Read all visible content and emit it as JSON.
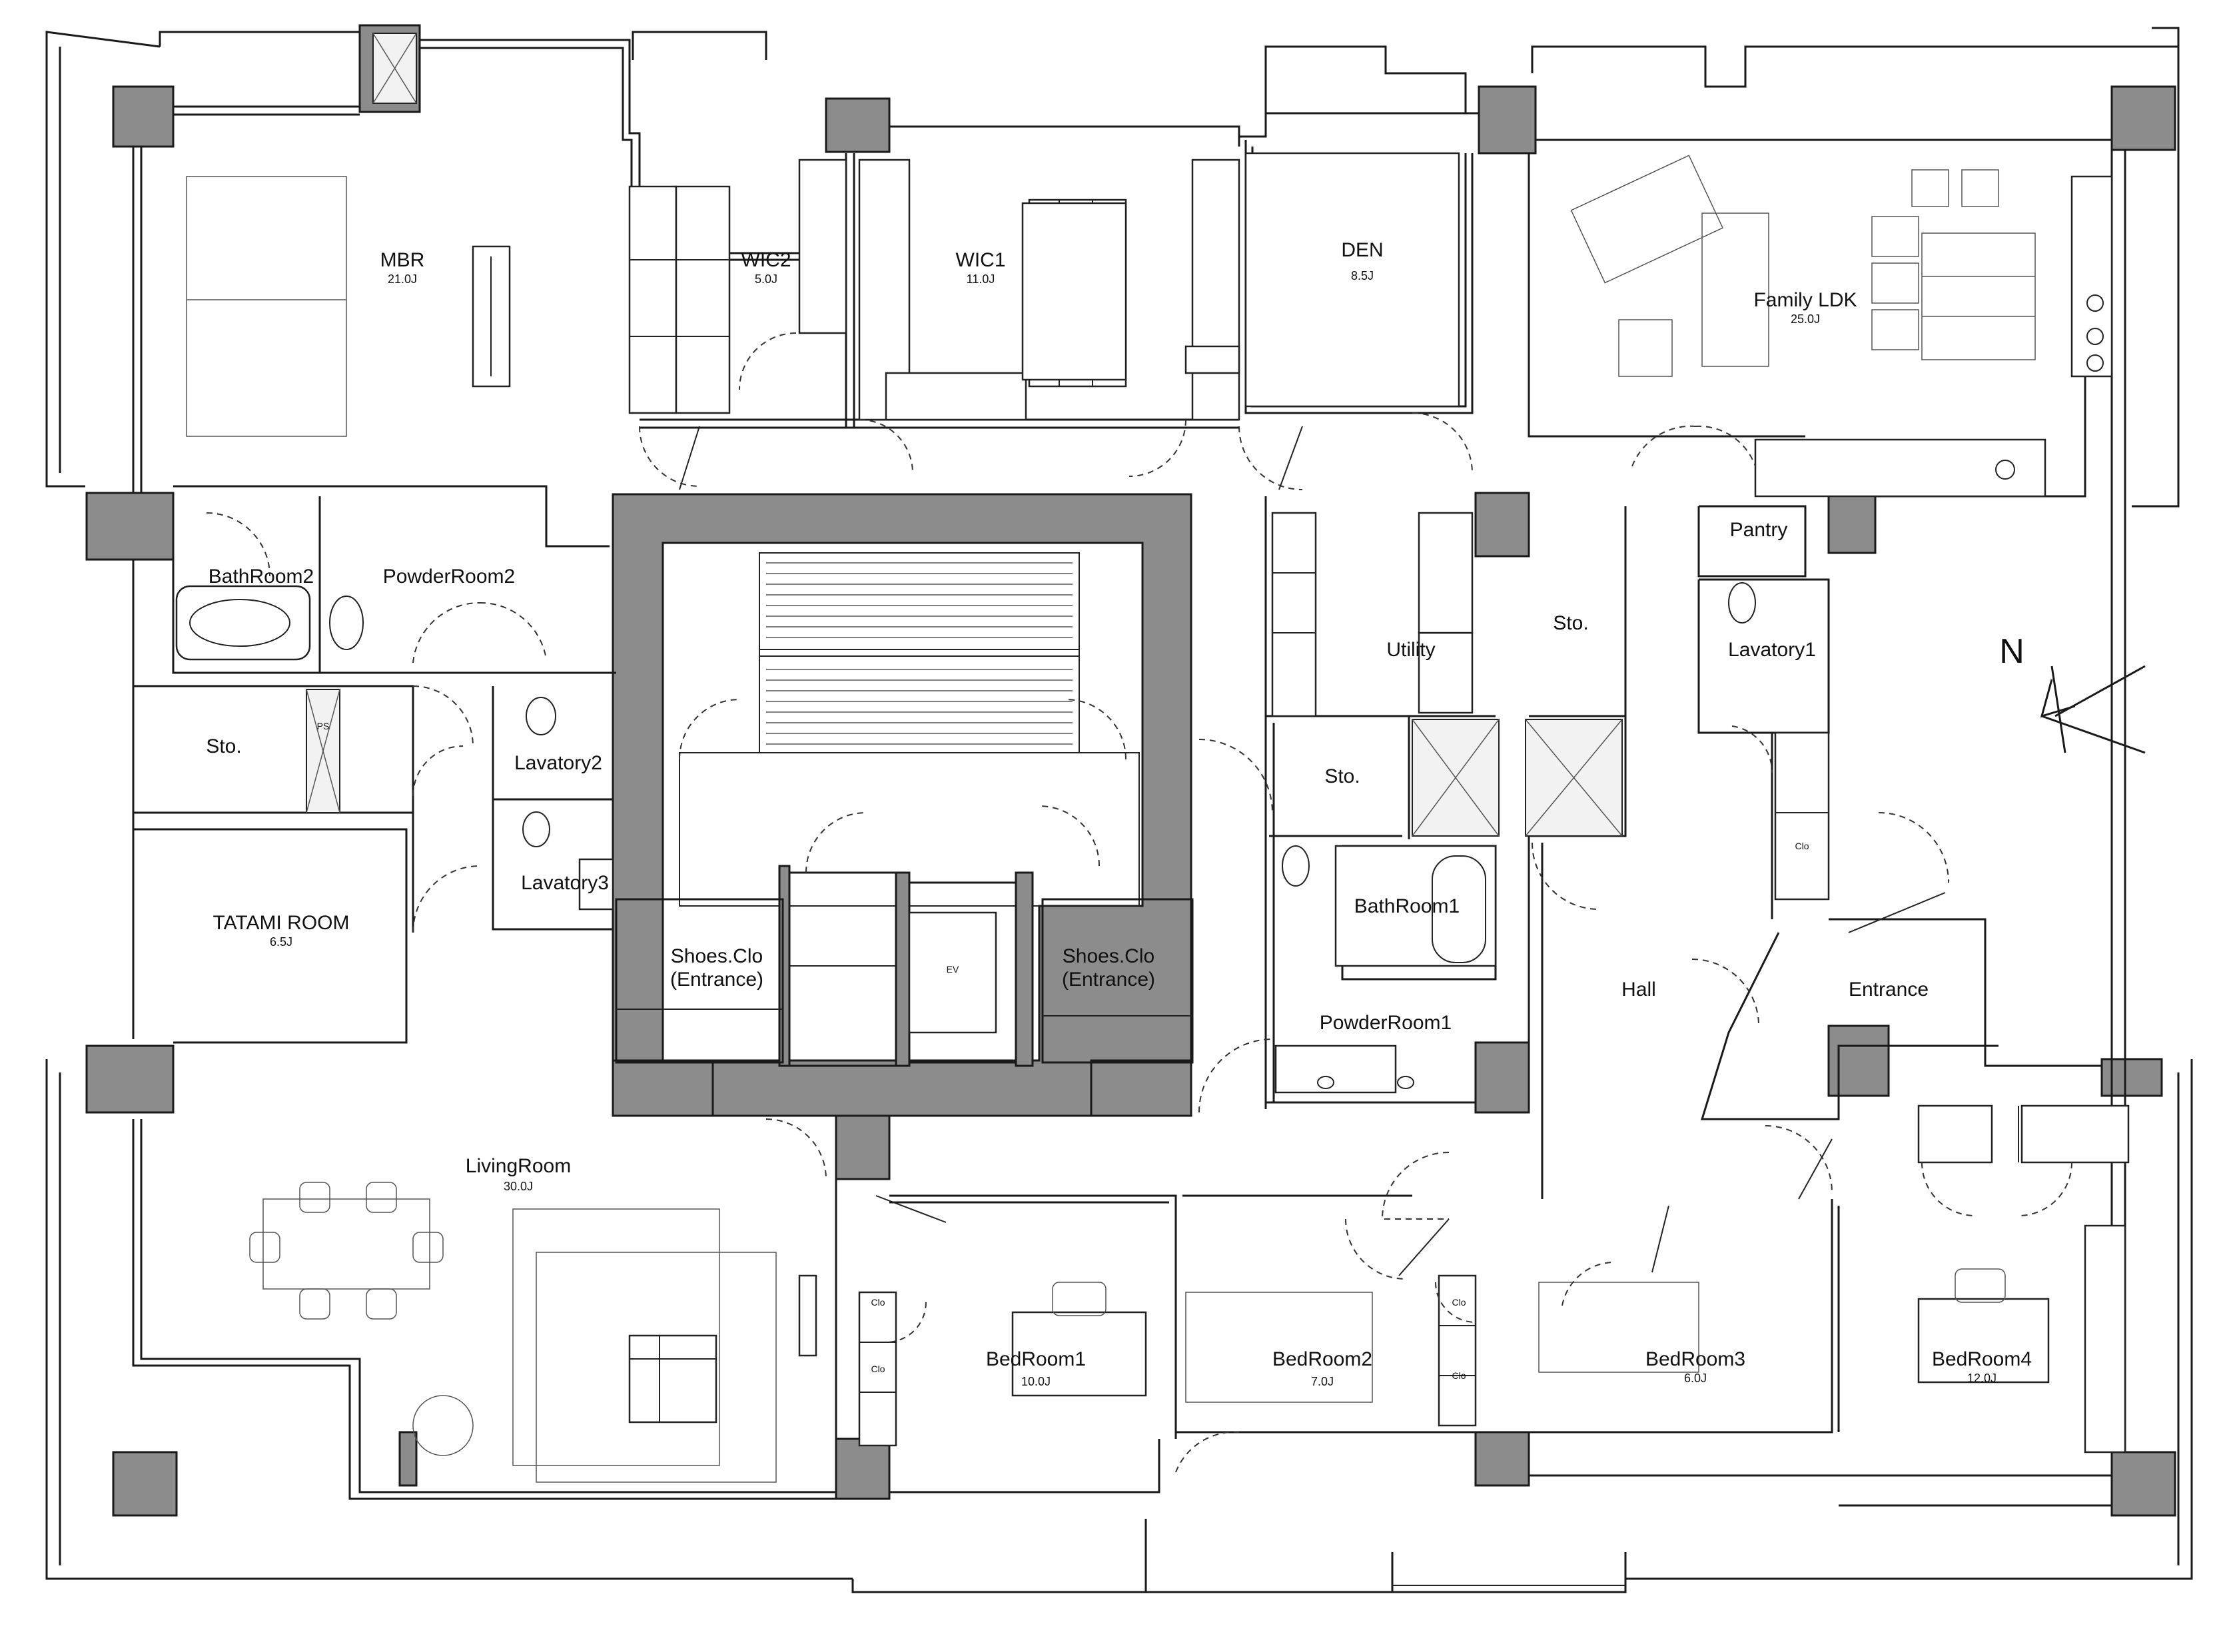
{
  "rooms": {
    "mbr": {
      "name": "MBR",
      "area": "21.0J"
    },
    "wic2": {
      "name": "WIC2",
      "area": "5.0J"
    },
    "wic1": {
      "name": "WIC1",
      "area": "11.0J"
    },
    "den": {
      "name": "DEN",
      "area": "8.5J"
    },
    "family_ldk": {
      "name": "Family LDK",
      "area": "25.0J"
    },
    "bathroom2": {
      "name": "BathRoom2"
    },
    "powderroom2": {
      "name": "PowderRoom2"
    },
    "sto_left": {
      "name": "Sto."
    },
    "lavatory2": {
      "name": "Lavatory2"
    },
    "lavatory3": {
      "name": "Lavatory3"
    },
    "tatami": {
      "name": "TATAMI ROOM",
      "area": "6.5J"
    },
    "shoes_left": {
      "name": "Shoes.Clo",
      "sub": "(Entrance)"
    },
    "shoes_right": {
      "name": "Shoes.Clo",
      "sub": "(Entrance)"
    },
    "ev": {
      "name": "EV"
    },
    "utility": {
      "name": "Utility"
    },
    "sto_mid": {
      "name": "Sto."
    },
    "sto_right": {
      "name": "Sto."
    },
    "pantry": {
      "name": "Pantry"
    },
    "lavatory1": {
      "name": "Lavatory1"
    },
    "bathroom1": {
      "name": "BathRoom1"
    },
    "powderroom1": {
      "name": "PowderRoom1"
    },
    "hall": {
      "name": "Hall"
    },
    "entrance": {
      "name": "Entrance"
    },
    "living": {
      "name": "LivingRoom",
      "area": "30.0J"
    },
    "bedroom1": {
      "name": "BedRoom1",
      "area": "10.0J"
    },
    "bedroom2": {
      "name": "BedRoom2",
      "area": "7.0J"
    },
    "bedroom3": {
      "name": "BedRoom3",
      "area": "6.0J"
    },
    "bedroom4": {
      "name": "BedRoom4",
      "area": "12.0J"
    }
  },
  "labels": {
    "ps": "PS",
    "clo": "Clo",
    "north": "N"
  },
  "colors": {
    "wall_fill": "#8c8c8c",
    "line": "#1a1a1a",
    "background": "#ffffff"
  }
}
